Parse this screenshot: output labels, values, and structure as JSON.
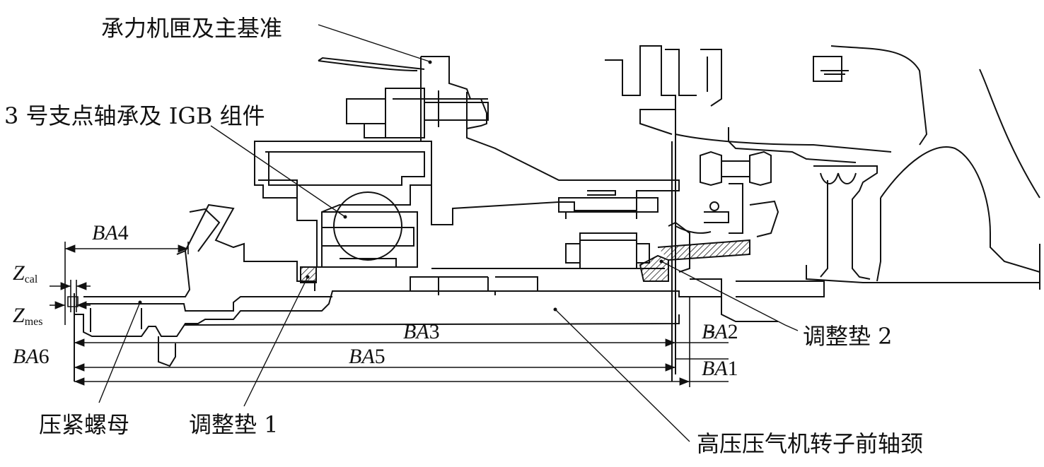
{
  "labels": {
    "casing": "承力机匣及主基准",
    "bearing": "3 号支点轴承及 IGB 组件",
    "shim2": "调整垫 2",
    "nut": "压紧螺母",
    "shim1": "调整垫 1",
    "journal": "高压压气机转子前轴颈"
  },
  "dims": {
    "ba1": {
      "it": "BA",
      "n": "1"
    },
    "ba2": {
      "it": "BA",
      "n": "2"
    },
    "ba3": {
      "it": "BA",
      "n": "3"
    },
    "ba4": {
      "it": "BA",
      "n": "4"
    },
    "ba5": {
      "it": "BA",
      "n": "5"
    },
    "ba6": {
      "it": "BA",
      "n": "6"
    },
    "zcal": {
      "sym": "Z",
      "sub": "cal"
    },
    "zmes": {
      "sym": "Z",
      "sub": "mes"
    }
  },
  "colors": {
    "line": "#111111",
    "background": "#ffffff"
  }
}
